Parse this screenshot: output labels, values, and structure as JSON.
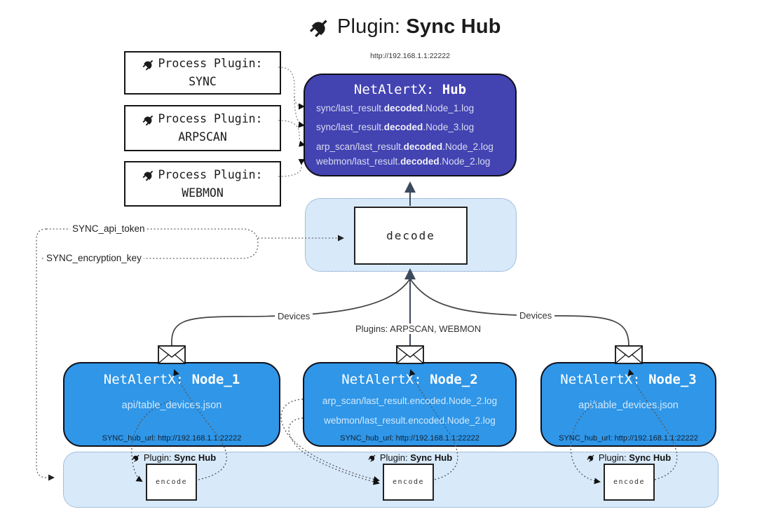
{
  "colors": {
    "hub_fill": "#4343b2",
    "node_fill": "#2f96e8",
    "panel_fill": "#d8e9fa",
    "panel_border": "#6e93b8",
    "outline": "#101019",
    "hub_text": "#d9dcf0",
    "node_text": "#d2e9fc"
  },
  "title": {
    "prefix": "Plugin: ",
    "bold": "Sync Hub"
  },
  "process_plugins": [
    {
      "label": "Process Plugin:",
      "name": "SYNC"
    },
    {
      "label": "Process Plugin:",
      "name": "ARPSCAN"
    },
    {
      "label": "Process Plugin:",
      "name": "WEBMON"
    }
  ],
  "hub": {
    "url": "http://192.168.1.1:22222",
    "title_prefix": "NetAlertX: ",
    "title_bold": "Hub",
    "logs": [
      {
        "pre": "sync/last_result.",
        "bold": "decoded",
        "post": ".Node_1.log"
      },
      {
        "pre": "sync/last_result.",
        "bold": "decoded",
        "post": ".Node_3.log"
      },
      {
        "pre": "arp_scan/last_result.",
        "bold": "decoded",
        "post": ".Node_2.log"
      },
      {
        "pre": "webmon/last_result.",
        "bold": "decoded",
        "post": ".Node_2.log"
      }
    ]
  },
  "decode_label": "decode",
  "config": {
    "api_token": "SYNC_api_token",
    "encryption_key": "SYNC_encryption_key"
  },
  "edge_labels": {
    "devices_left": "Devices",
    "plugins_mid": "Plugins: ARPSCAN, WEBMON",
    "devices_right": "Devices"
  },
  "nodes": [
    {
      "title_prefix": "NetAlertX: ",
      "title_bold": "Node_1",
      "lines": [
        "api/table_devices.json"
      ],
      "hub_url": "SYNC_hub_url: http://192.168.1.1:22222"
    },
    {
      "title_prefix": "NetAlertX: ",
      "title_bold": "Node_2",
      "lines": [
        "arp_scan/last_result.encoded.Node_2.log",
        "webmon/last_result.encoded.Node_2.log"
      ],
      "hub_url": "SYNC_hub_url: http://192.168.1.1:22222"
    },
    {
      "title_prefix": "NetAlertX: ",
      "title_bold": "Node_3",
      "lines": [
        "api/table_devices.json"
      ],
      "hub_url": "SYNC_hub_url: http://192.168.1.1:22222"
    }
  ],
  "encoders": [
    {
      "label_prefix": "Plugin: ",
      "label_bold": "Sync Hub",
      "box_label": "encode"
    },
    {
      "label_prefix": "Plugin: ",
      "label_bold": "Sync Hub",
      "box_label": "encode"
    },
    {
      "label_prefix": "Plugin: ",
      "label_bold": "Sync Hub",
      "box_label": "encode"
    }
  ]
}
